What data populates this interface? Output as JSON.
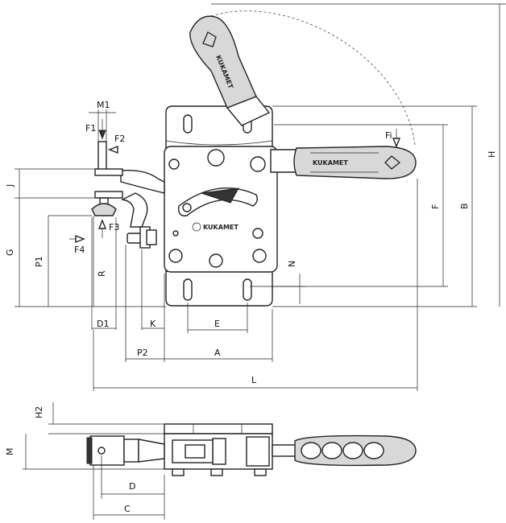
{
  "brand": "KUKAMET",
  "top_view": {
    "dimension_labels": {
      "M1": "M1",
      "F1": "F1",
      "F2": "F2",
      "F3": "F3",
      "F4": "F4",
      "Fi": "Fi",
      "J": "J",
      "G": "G",
      "P1": "P1",
      "R": "R",
      "D1": "D1",
      "K": "K",
      "E": "E",
      "P2": "P2",
      "A": "A",
      "L": "L",
      "N": "N",
      "F": "F",
      "B": "B",
      "H": "H"
    }
  },
  "side_view": {
    "dimension_labels": {
      "H2": "H2",
      "M": "M",
      "D": "D",
      "C": "C"
    }
  }
}
